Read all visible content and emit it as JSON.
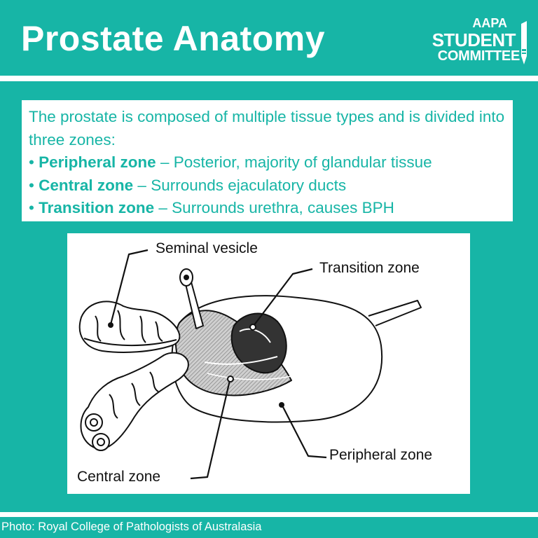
{
  "header": {
    "title": "Prostate Anatomy",
    "logo": {
      "line1": "AAPA",
      "line2": "STUDENT",
      "line3": "COMMITTEE"
    }
  },
  "info": {
    "intro": "The prostate is composed of multiple tissue types and is divided into three zones:",
    "bullets": [
      {
        "term": "Peripheral zone",
        "desc": " – Posterior, majority of glandular tissue"
      },
      {
        "term": "Central zone",
        "desc": " – Surrounds ejaculatory ducts"
      },
      {
        "term": "Transition zone",
        "desc": " – Surrounds urethra, causes BPH"
      }
    ]
  },
  "diagram": {
    "labels": {
      "seminal_vesicle": "Seminal vesicle",
      "transition_zone": "Transition zone",
      "peripheral_zone": "Peripheral zone",
      "central_zone": "Central zone"
    }
  },
  "footer": {
    "credit": "Photo: Royal College of Pathologists of Australasia"
  },
  "colors": {
    "teal": "#17b5a6",
    "white": "#ffffff",
    "ink": "#111111"
  }
}
